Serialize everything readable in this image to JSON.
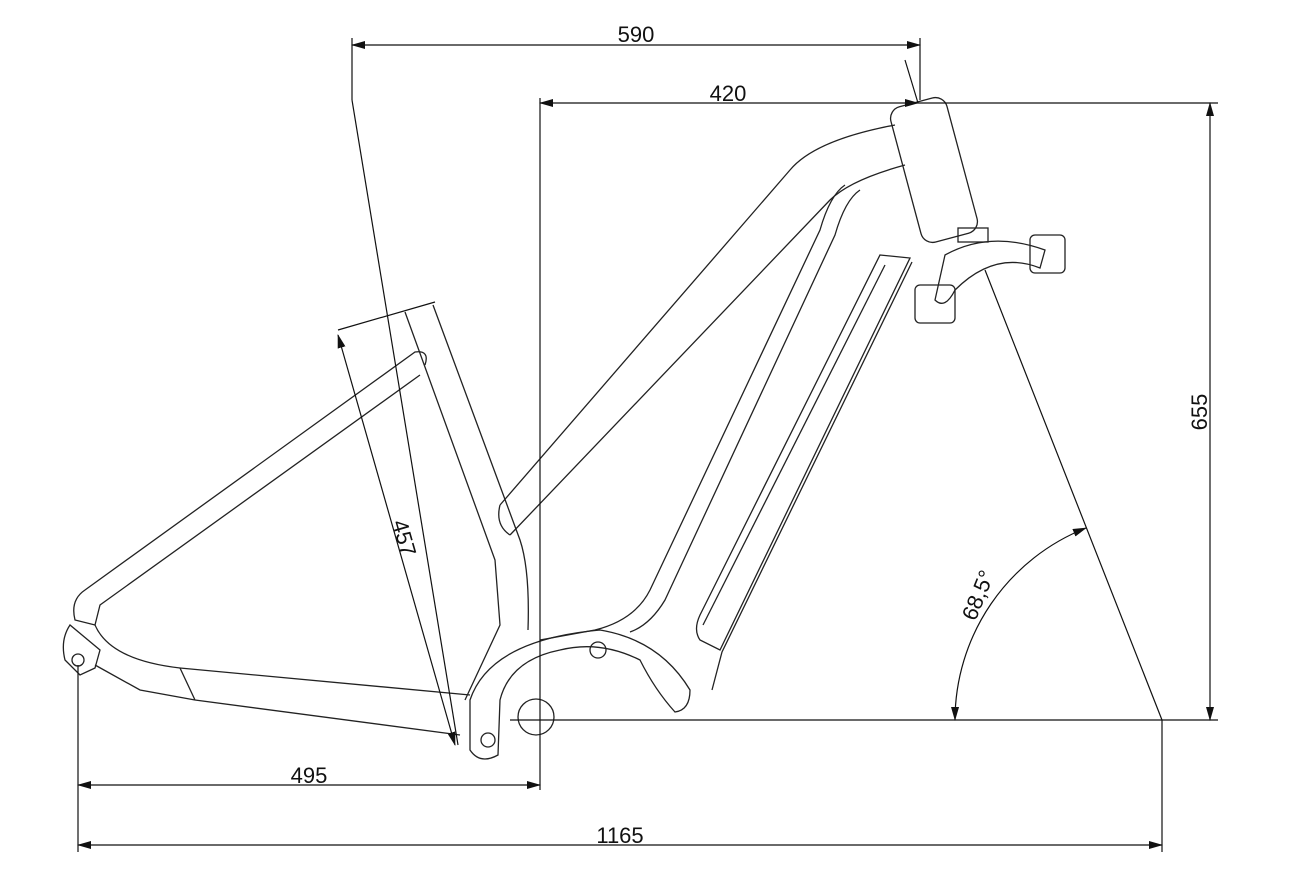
{
  "drawing": {
    "title": "E-bike frame geometry",
    "dimensions": {
      "reach_top": "590",
      "stack_reach": "420",
      "stack": "655",
      "seat_tube": "457",
      "head_angle": "68,5°",
      "chainstay": "495",
      "wheelbase": "1165"
    },
    "line_color": "#111111",
    "background": "#ffffff"
  }
}
